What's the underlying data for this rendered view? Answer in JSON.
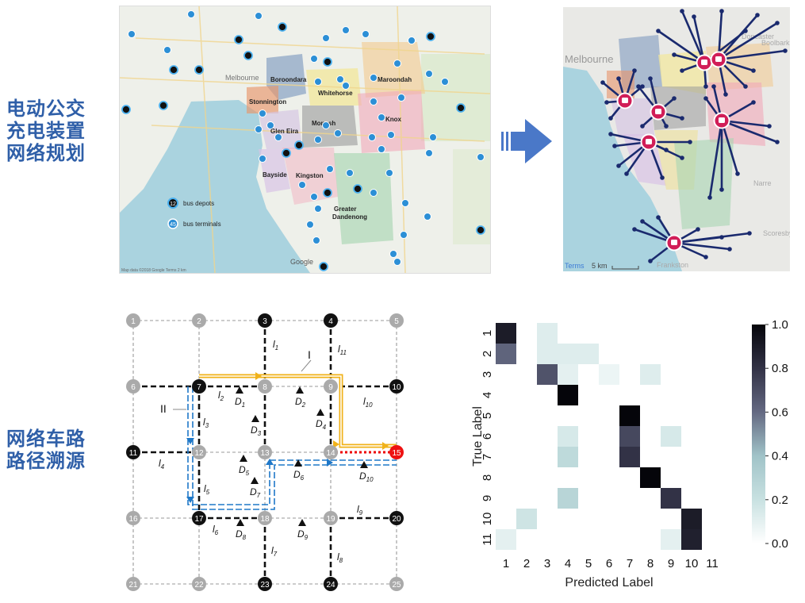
{
  "section1_title": [
    "电动公交",
    "充电装置",
    "网络规划"
  ],
  "section2_title": [
    "网络车路",
    "路径溯源"
  ],
  "left_map": {
    "areas": [
      "Boroondara",
      "Stonnington",
      "Whitehorse",
      "Maroondah",
      "Glen Eira",
      "Monash",
      "Knox",
      "Bayside",
      "Kingston",
      "Greater Dandenong"
    ],
    "city": "Melbourne",
    "legend": [
      {
        "num": "12",
        "label": "bus depots"
      },
      {
        "num": "45",
        "label": "bus terminals"
      }
    ],
    "attribution": "Google",
    "footer": "Map data ©2018 Google   Terms   2 km"
  },
  "right_map": {
    "city": "Melbourne",
    "place_labels": [
      "Doncaster",
      "Boolbark",
      "Narre",
      "Frankston",
      "Scoresby"
    ],
    "footer_terms": "Terms",
    "footer_scale": "5 km"
  },
  "arrow_color": "#4a78c8",
  "network": {
    "nodes": [
      {
        "id": "1",
        "color": "grey"
      },
      {
        "id": "2",
        "color": "grey"
      },
      {
        "id": "3",
        "color": "black"
      },
      {
        "id": "4",
        "color": "black"
      },
      {
        "id": "5",
        "color": "grey"
      },
      {
        "id": "6",
        "color": "grey"
      },
      {
        "id": "7",
        "color": "black"
      },
      {
        "id": "8",
        "color": "grey"
      },
      {
        "id": "9",
        "color": "grey"
      },
      {
        "id": "10",
        "color": "black"
      },
      {
        "id": "11",
        "color": "black"
      },
      {
        "id": "12",
        "color": "grey"
      },
      {
        "id": "13",
        "color": "grey"
      },
      {
        "id": "14",
        "color": "grey"
      },
      {
        "id": "15",
        "color": "red"
      },
      {
        "id": "16",
        "color": "grey"
      },
      {
        "id": "17",
        "color": "black"
      },
      {
        "id": "18",
        "color": "grey"
      },
      {
        "id": "19",
        "color": "grey"
      },
      {
        "id": "20",
        "color": "black"
      },
      {
        "id": "21",
        "color": "grey"
      },
      {
        "id": "22",
        "color": "grey"
      },
      {
        "id": "23",
        "color": "black"
      },
      {
        "id": "24",
        "color": "black"
      },
      {
        "id": "25",
        "color": "grey"
      }
    ],
    "link_labels": [
      "l1",
      "l11",
      "l2",
      "l10",
      "l3",
      "l4",
      "l5",
      "l6",
      "l9",
      "l7",
      "l8"
    ],
    "detector_labels": [
      "D1",
      "D2",
      "D3",
      "D4",
      "D5",
      "D6",
      "D7",
      "D8",
      "D9",
      "D10"
    ],
    "path_labels": [
      "I",
      "II"
    ]
  },
  "chart_data": {
    "type": "heatmap",
    "xlabel": "Predicted Label",
    "ylabel": "True Label",
    "x_ticks": [
      "1",
      "2",
      "3",
      "4",
      "5",
      "6",
      "7",
      "8",
      "9",
      "10",
      "11"
    ],
    "y_ticks": [
      "1",
      "2",
      "3",
      "4",
      "5",
      "6",
      "7",
      "8",
      "9",
      "10",
      "11"
    ],
    "colorbar_ticks": [
      "0.0",
      "0.2",
      "0.4",
      "0.6",
      "0.8",
      "1.0"
    ],
    "vmin": 0.0,
    "vmax": 1.0,
    "matrix": [
      [
        0.9,
        0,
        0.12,
        0,
        0,
        0,
        0,
        0,
        0,
        0,
        0
      ],
      [
        0.62,
        0,
        0.12,
        0.12,
        0.12,
        0,
        0,
        0,
        0,
        0,
        0
      ],
      [
        0,
        0,
        0.68,
        0.1,
        0,
        0.07,
        0,
        0.12,
        0,
        0,
        0
      ],
      [
        0,
        0,
        0,
        1.0,
        0,
        0,
        0,
        0,
        0,
        0,
        0
      ],
      [
        0,
        0,
        0,
        0,
        0,
        0,
        1.0,
        0,
        0,
        0,
        0
      ],
      [
        0,
        0,
        0,
        0.15,
        0,
        0,
        0.72,
        0,
        0.15,
        0,
        0
      ],
      [
        0,
        0,
        0,
        0.25,
        0,
        0,
        0.8,
        0,
        0,
        0,
        0
      ],
      [
        0,
        0,
        0,
        0,
        0,
        0,
        0,
        1.0,
        0,
        0,
        0
      ],
      [
        0,
        0,
        0,
        0.28,
        0,
        0,
        0,
        0,
        0.8,
        0,
        0
      ],
      [
        0,
        0.18,
        0,
        0,
        0,
        0,
        0,
        0,
        0,
        0.9,
        0
      ],
      [
        0.1,
        0,
        0,
        0,
        0,
        0,
        0,
        0,
        0.1,
        0.88,
        0
      ]
    ]
  }
}
